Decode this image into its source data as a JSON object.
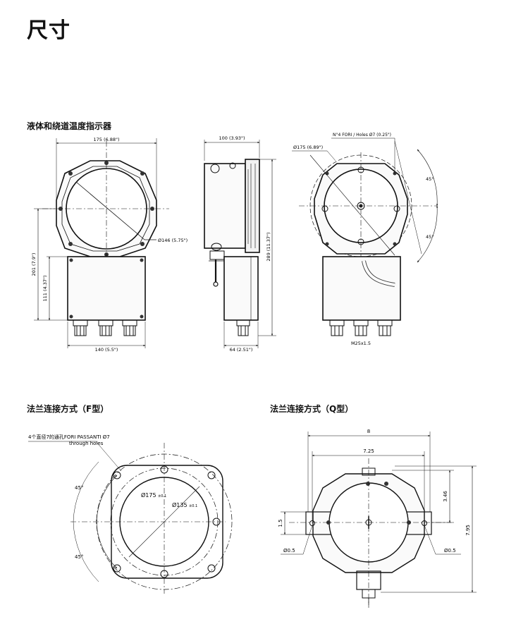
{
  "page": {
    "title": "尺寸"
  },
  "sections": {
    "top": {
      "heading": "液体和绕道温度指示器"
    },
    "flange_f": {
      "heading": "法兰连接方式（F型）"
    },
    "flange_q": {
      "heading": "法兰连接方式（Q型）"
    }
  },
  "front_view": {
    "width_label": "175 (6.88\")",
    "circle_label": "Ø146 (5.75\")",
    "height_label": "201 (7.9\")",
    "box_height_label": "111 (4.37\")",
    "box_width_label": "140 (5.5\")"
  },
  "side_view": {
    "depth_label": "100 (3.93\")",
    "height_label": "289 (11.37\")",
    "box_depth_label": "64 (2.51\")"
  },
  "rear_view": {
    "holes_label": "N°4 FORI / Holes Ø7 (0.25\")",
    "pcd_label": "Ø175 (6.89\")",
    "angle_top": "45°",
    "angle_bottom": "45°",
    "thread_label": "M25x1.5"
  },
  "flange_f_view": {
    "holes_label": "4个直径7的通孔FORI PASSANTI  Ø7",
    "holes_sub": "through holes",
    "outer_dia": "Ø175",
    "outer_tol": "±0.1",
    "inner_dia": "Ø135",
    "inner_tol": "±0.1",
    "angle_top": "45°",
    "angle_bottom": "45°"
  },
  "flange_q_view": {
    "overall_width": "8",
    "hole_spacing": "7.25",
    "height_upper": "3.46",
    "height_total": "7.95",
    "tab_height": "1.5",
    "hole_left": "Ø0.5",
    "hole_right": "Ø0.5"
  }
}
